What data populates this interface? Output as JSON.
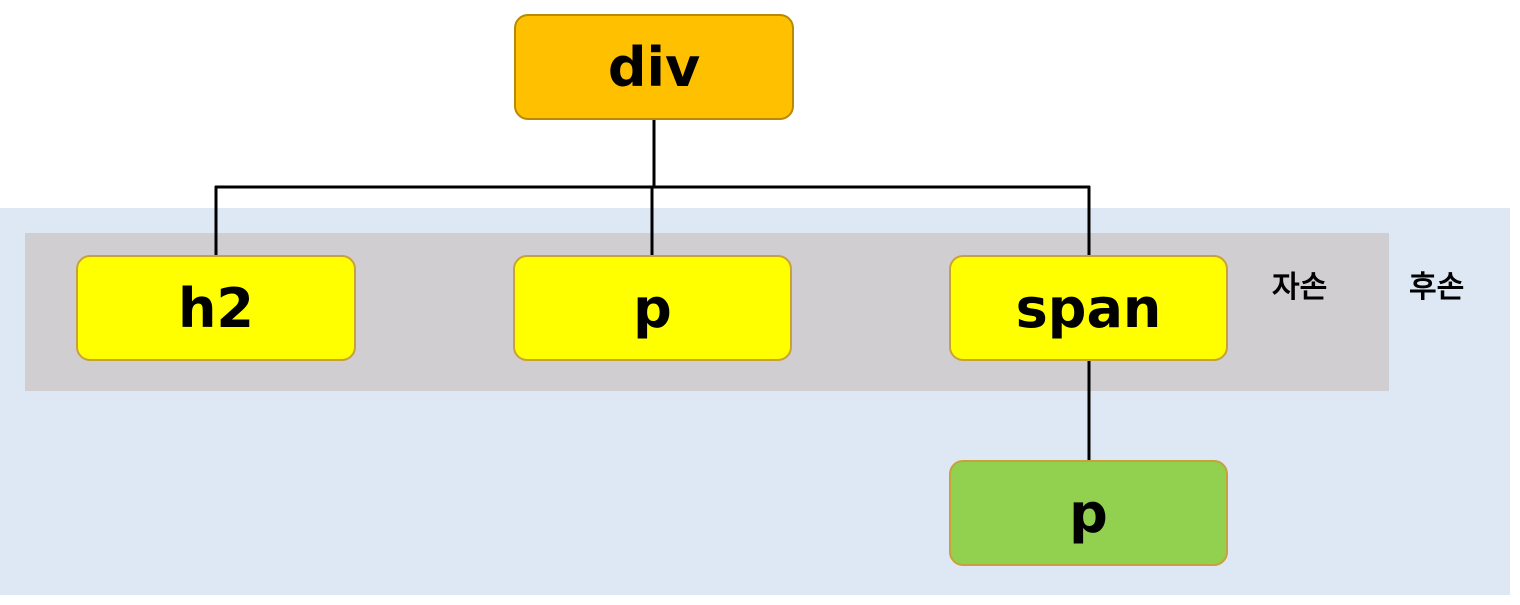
{
  "regions": {
    "children_label": "자손",
    "descendants_label": "후손"
  },
  "nodes": {
    "root": "div",
    "child_1": "h2",
    "child_2": "p",
    "child_3": "span",
    "grandchild_1": "p"
  },
  "colors": {
    "root": "#ffc000",
    "child": "#ffff00",
    "grandchild": "#92d050",
    "child_region": "#d0ced0",
    "descendant_region": "#dde8f4"
  }
}
